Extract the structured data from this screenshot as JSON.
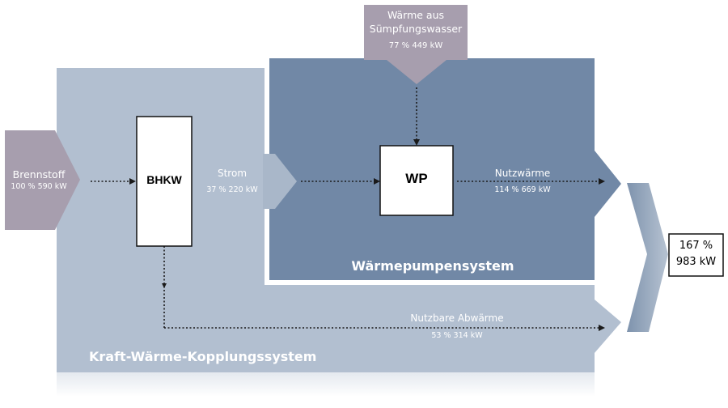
{
  "colors": {
    "kwk_system": "#b2bfd0",
    "wp_system": "#7188a6",
    "input_box": "#a79eae",
    "flow_dotted": "#1a1a1a",
    "text_light": "#ffffff",
    "text_dark": "#000000"
  },
  "input": {
    "brennstoff_title": "Brennstoff",
    "brennstoff_value": "100 % 590 kW",
    "waerme_title_line1": "Wärme aus",
    "waerme_title_line2": "Sümpfungswasser",
    "waerme_value": "77 % 449 kW"
  },
  "components": {
    "bhkw": "BHKW",
    "wp": "WP"
  },
  "flows": {
    "strom_title": "Strom",
    "strom_value": "37 % 220 kW",
    "nutzwaerme_title": "Nutzwärme",
    "nutzwaerme_value": "114 % 669 kW",
    "abwaerme_title": "Nutzbare Abwärme",
    "abwaerme_value": "53 % 314 kW"
  },
  "systems": {
    "wp_system": "Wärmepumpensystem",
    "kwk_system": "Kraft-Wärme-Kopplungssystem"
  },
  "result": {
    "line1": "167 %",
    "line2": "983 kW"
  }
}
